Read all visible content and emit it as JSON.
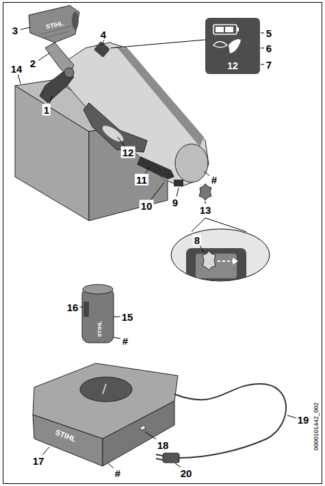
{
  "diagram": {
    "nodes": [
      {
        "text": [
          "12"
        ]
      }
    ],
    "labels": [
      "3",
      "2",
      "4",
      "5",
      "6",
      "7",
      "1",
      "12",
      "11",
      "#",
      "14",
      "10",
      "9",
      "13",
      "8",
      "16",
      "15",
      "#",
      "19",
      "17",
      "18",
      "#",
      "20",
      "0000101442_002",
      "STIHL",
      "STIHL",
      "STIHL"
    ]
  }
}
